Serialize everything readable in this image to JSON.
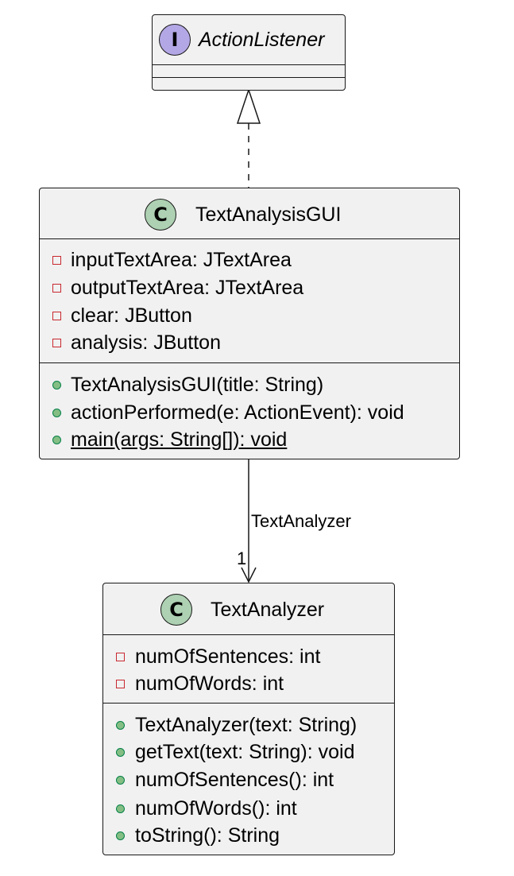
{
  "interface": {
    "stereotype_letter": "I",
    "name": "ActionListener"
  },
  "gui_class": {
    "stereotype_letter": "C",
    "name": "TextAnalysisGUI",
    "fields": [
      "inputTextArea: JTextArea",
      "outputTextArea: JTextArea",
      "clear: JButton",
      "analysis: JButton"
    ],
    "methods": [
      "TextAnalysisGUI(title: String)",
      "actionPerformed(e: ActionEvent): void",
      "main(args: String[]): void"
    ]
  },
  "analyzer_class": {
    "stereotype_letter": "C",
    "name": "TextAnalyzer",
    "fields": [
      "numOfSentences: int",
      "numOfWords: int"
    ],
    "methods": [
      "TextAnalyzer(text: String)",
      "getText(text: String): void",
      "numOfSentences(): int",
      "numOfWords(): int",
      "toString(): String"
    ]
  },
  "association": {
    "label": "TextAnalyzer",
    "multiplicity": "1"
  },
  "colors": {
    "interface_badge": "#b4a7e5",
    "class_badge": "#add1b2",
    "box_fill": "#f1f1f1",
    "private_marker": "#c82930",
    "public_marker": "#84be84"
  }
}
